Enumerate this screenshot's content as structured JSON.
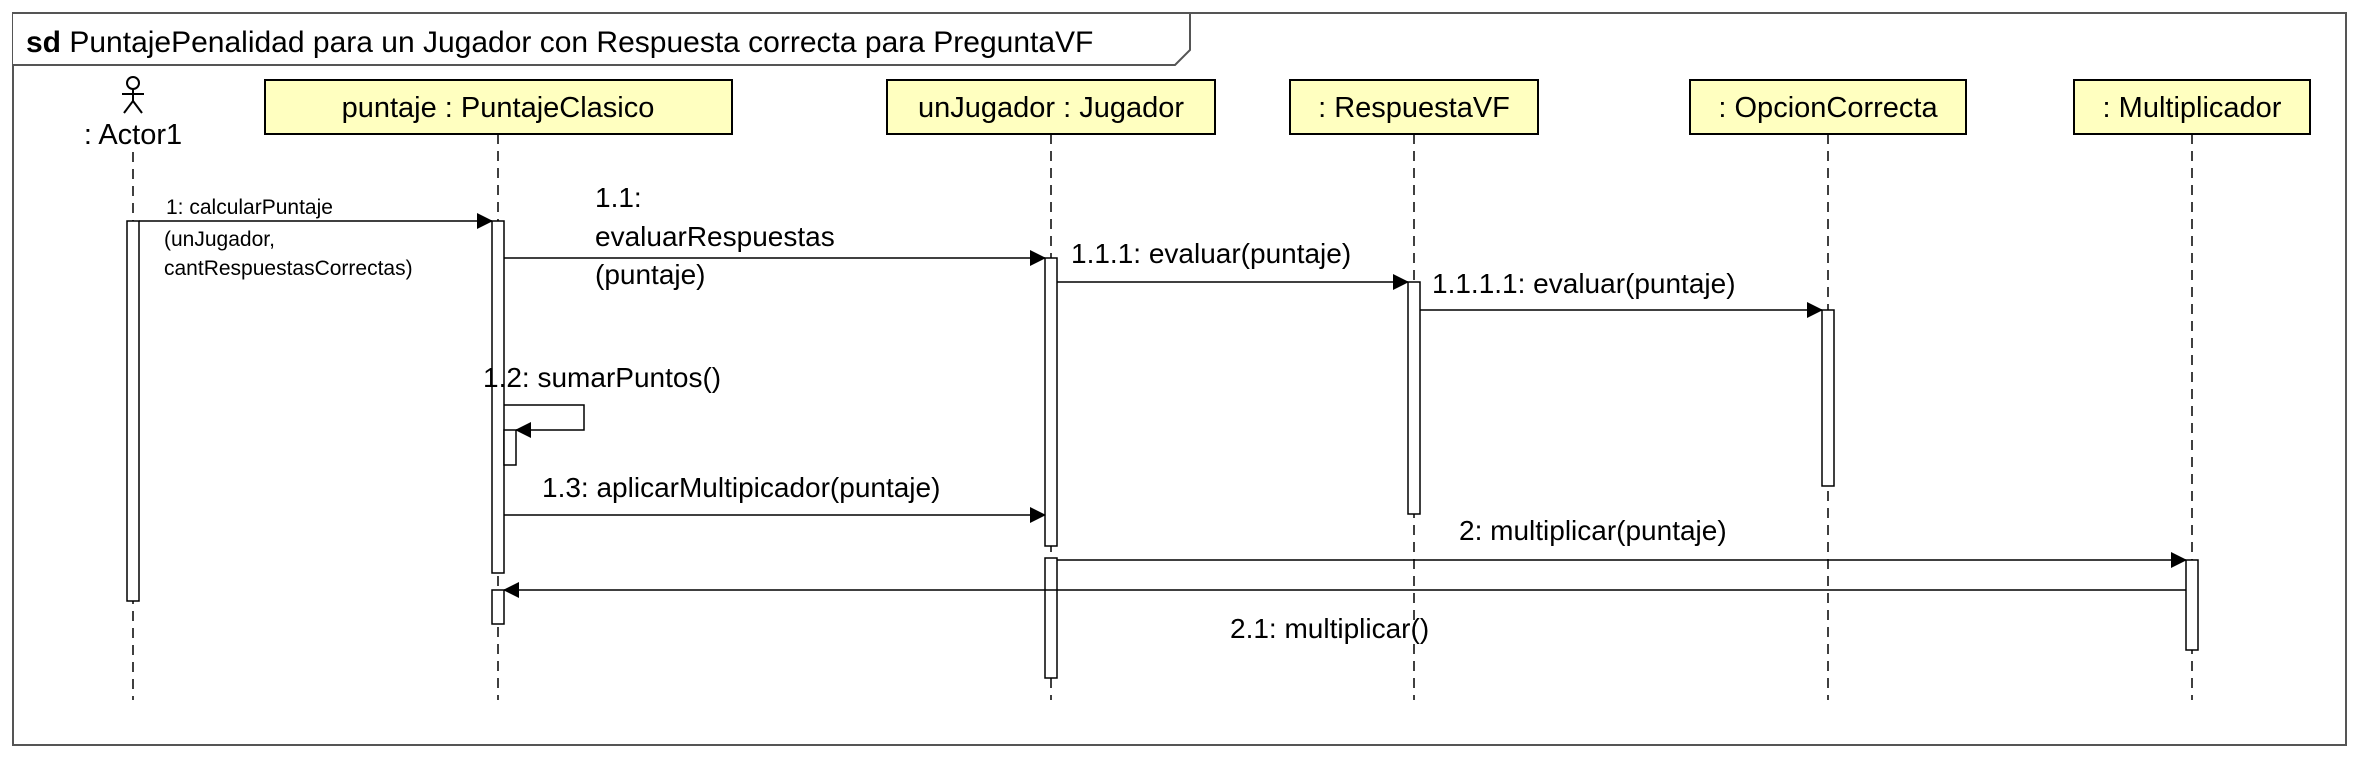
{
  "frame": {
    "keyword": "sd",
    "title": "PuntajePenalidad para un Jugador con Respuesta correcta para PreguntaVF"
  },
  "actor": {
    "label": ": Actor1"
  },
  "lifelines": [
    {
      "id": "puntaje",
      "label": "puntaje : PuntajeClasico"
    },
    {
      "id": "jugador",
      "label": "unJugador : Jugador"
    },
    {
      "id": "respuesta",
      "label": ": RespuestaVF"
    },
    {
      "id": "opcion",
      "label": ": OpcionCorrecta"
    },
    {
      "id": "multiplicador",
      "label": ": Multiplicador"
    }
  ],
  "messages": {
    "m1": [
      "1: calcularPuntaje",
      "(unJugador,",
      "cantRespuestasCorrectas)"
    ],
    "m11": [
      "1.1:",
      "evaluarRespuestas",
      "(puntaje)"
    ],
    "m111": "1.1.1: evaluar(puntaje)",
    "m1111": "1.1.1.1: evaluar(puntaje)",
    "m12": "1.2: sumarPuntos()",
    "m13": "1.3: aplicarMultipicador(puntaje)",
    "m2": "2: multiplicar(puntaje)",
    "m21": "2.1: multiplicar()"
  },
  "colors": {
    "header_fill": "#ffffc0",
    "line": "#000000",
    "frame_border": "#555555"
  }
}
